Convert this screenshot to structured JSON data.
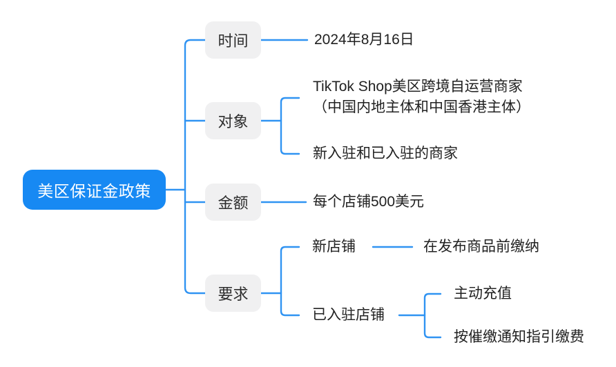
{
  "diagram": {
    "type": "mindmap",
    "colors": {
      "root_background": "#1789f3",
      "root_text": "#ffffff",
      "branch_background": "#f0f0f1",
      "branch_text": "#2d2d2d",
      "leaf_text": "#212121",
      "connector_line": "#2f93f2",
      "canvas_background": "#ffffff"
    },
    "root": {
      "label": "美区保证金政策"
    },
    "branches": [
      {
        "label": "时间",
        "children": [
          {
            "label": "2024年8月16日"
          }
        ]
      },
      {
        "label": "对象",
        "children": [
          {
            "label": "TikTok Shop美区跨境自运营商家",
            "label_line2": "（中国内地主体和中国香港主体）"
          },
          {
            "label": "新入驻和已入驻的商家"
          }
        ]
      },
      {
        "label": "金额",
        "children": [
          {
            "label": "每个店铺500美元"
          }
        ]
      },
      {
        "label": "要求",
        "children": [
          {
            "label": "新店铺",
            "children": [
              {
                "label": "在发布商品前缴纳"
              }
            ]
          },
          {
            "label": "已入驻店铺",
            "children": [
              {
                "label": "主动充值"
              },
              {
                "label": "按催缴通知指引缴费"
              }
            ]
          }
        ]
      }
    ]
  }
}
